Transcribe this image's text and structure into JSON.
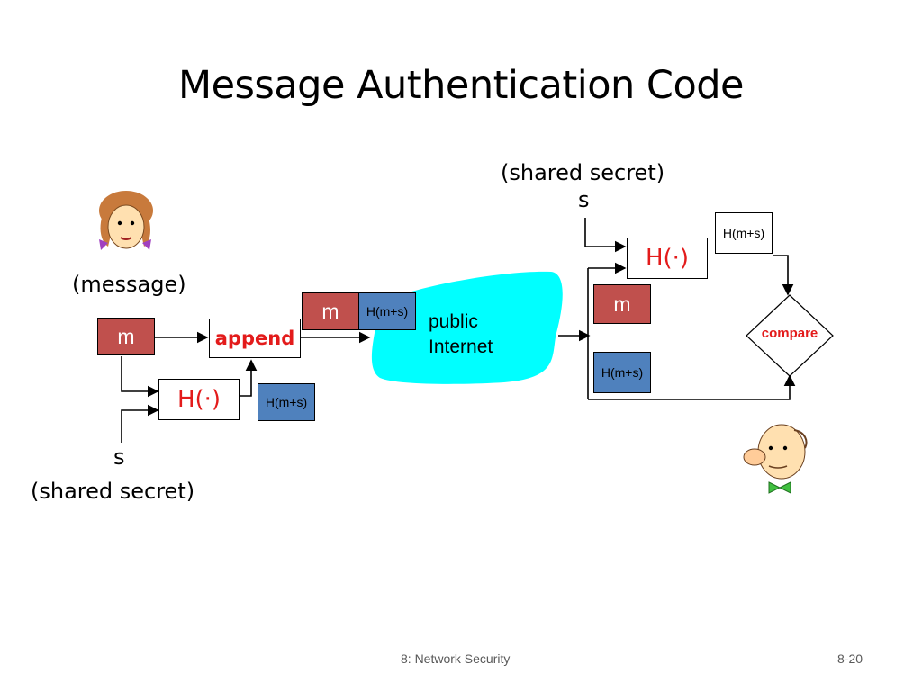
{
  "title": "Message Authentication Code",
  "sender": {
    "message_label": "(message)",
    "m_label": "m",
    "append_label": "append",
    "hash_label": "H(·)",
    "hash_out_label": "H(m+s)",
    "secret_symbol": "s",
    "secret_label": "(shared secret)"
  },
  "channel": {
    "m_label": "m",
    "hash_label": "H(m+s)",
    "cloud_line1": "public",
    "cloud_line2": "Internet"
  },
  "receiver": {
    "secret_label": "(shared secret)",
    "secret_symbol": "s",
    "hash_label": "H(·)",
    "hash_out_label": "H(m+s)",
    "m_label": "m",
    "received_hash_label": "H(m+s)",
    "compare_label": "compare"
  },
  "footer": {
    "course": "8: Network Security",
    "page": "8-20"
  },
  "colors": {
    "message_box": "#c0504d",
    "hash_box": "#4f81bd",
    "cloud": "#00ffff",
    "accent_text": "#e31b1b"
  },
  "icons": [
    "alice-icon",
    "bob-icon"
  ]
}
